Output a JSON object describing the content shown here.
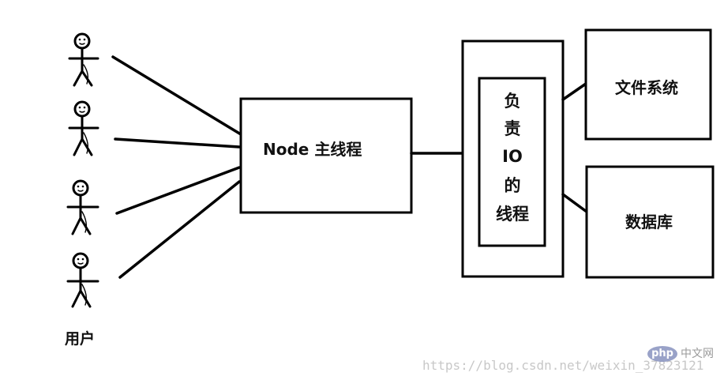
{
  "diagram": {
    "users_label": "用户",
    "node_main_label": "Node 主线程",
    "io_thread_lines": [
      "负",
      "责",
      "IO",
      "的",
      "线程"
    ],
    "filesystem_label": "文件系统",
    "database_label": "数据库"
  },
  "watermark": {
    "url_text": "https://blog.csdn.net/weixin_37823121",
    "badge_text": "php",
    "badge_side_text": "中文网"
  },
  "colors": {
    "ink": "#000000",
    "background": "#ffffff",
    "watermark": "#c8c8c8",
    "badge": "#8892bf"
  }
}
